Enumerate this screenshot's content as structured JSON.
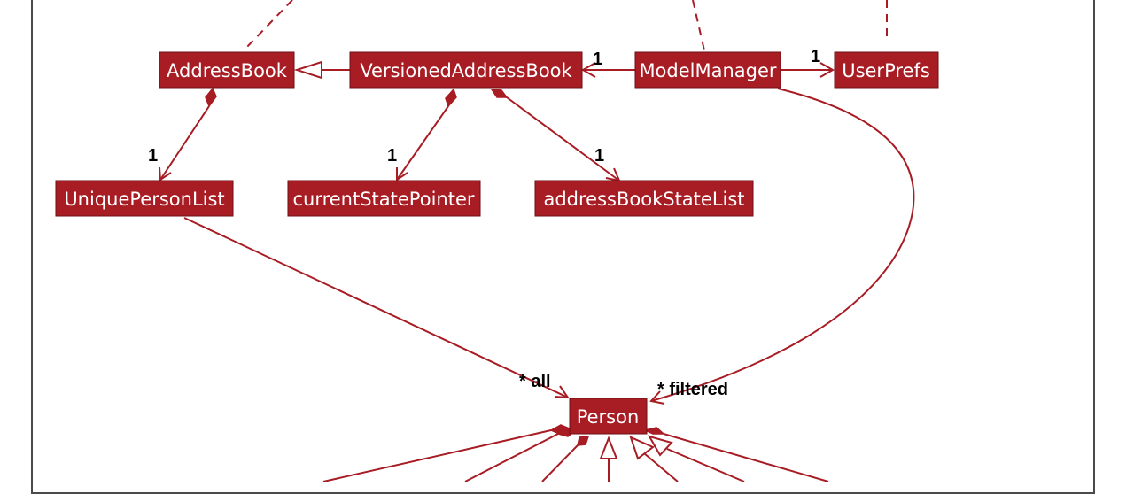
{
  "nodes": {
    "address_book": "AddressBook",
    "versioned_address_book": "VersionedAddressBook",
    "model_manager": "ModelManager",
    "user_prefs": "UserPrefs",
    "unique_person_list": "UniquePersonList",
    "current_state_pointer": "currentStatePointer",
    "address_book_state_list": "addressBookStateList",
    "person": "Person"
  },
  "multiplicities": {
    "vab_to_modelmanager": "1",
    "modelmanager_to_userprefs": "1",
    "addressbook_to_uniquepersonlist": "1",
    "vab_to_currentstatepointer": "1",
    "vab_to_addressbookstatelist": "1",
    "uniquepersonlist_to_person": "* all",
    "modelmanager_to_person": "* filtered"
  },
  "colors": {
    "node_fill": "#a81c24",
    "node_text": "#ffffff",
    "edge": "#a81c24",
    "frame_border": "#4a4a4a"
  }
}
